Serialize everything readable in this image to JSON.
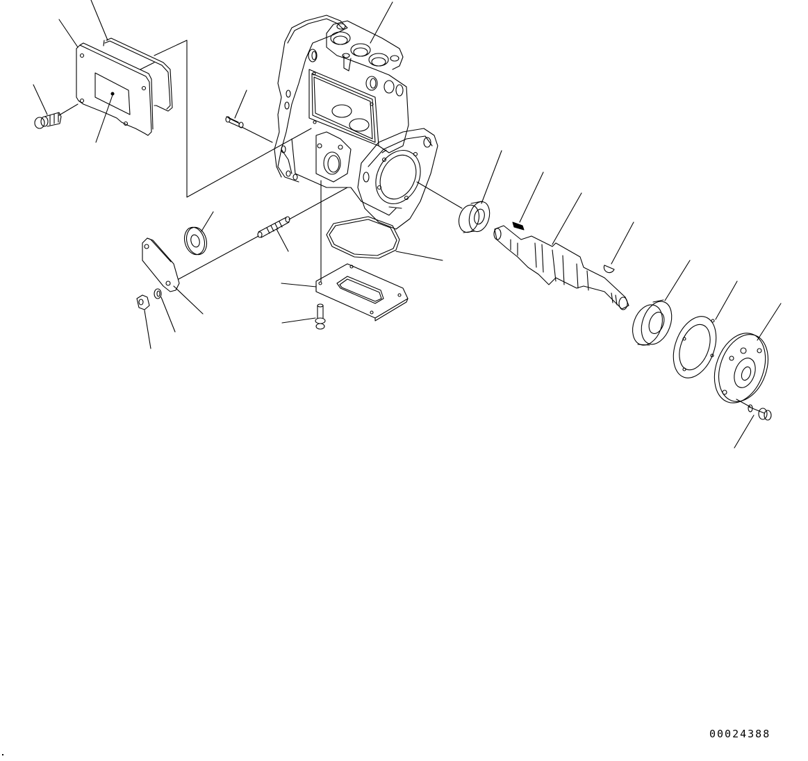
{
  "diagram": {
    "type": "exploded-parts-illustration",
    "subject": "fuel injection pump housing and camshaft assembly",
    "drawing_number": "00024388",
    "parts": [
      {
        "id": "pump-housing",
        "label": ""
      },
      {
        "id": "inspection-cover-plate",
        "label": ""
      },
      {
        "id": "cover-gasket",
        "label": ""
      },
      {
        "id": "cover-bolt",
        "label": ""
      },
      {
        "id": "cover-nameplate",
        "label": ""
      },
      {
        "id": "dowel-pin",
        "label": ""
      },
      {
        "id": "oil-seal",
        "label": ""
      },
      {
        "id": "stud",
        "label": ""
      },
      {
        "id": "side-plate",
        "label": ""
      },
      {
        "id": "nut",
        "label": ""
      },
      {
        "id": "washer",
        "label": ""
      },
      {
        "id": "o-ring",
        "label": ""
      },
      {
        "id": "bottom-cover",
        "label": ""
      },
      {
        "id": "bottom-cover-bolt",
        "label": ""
      },
      {
        "id": "front-bearing",
        "label": ""
      },
      {
        "id": "woodruff-key-1",
        "label": ""
      },
      {
        "id": "camshaft",
        "label": ""
      },
      {
        "id": "woodruff-key-2",
        "label": ""
      },
      {
        "id": "rear-bearing",
        "label": ""
      },
      {
        "id": "end-gasket",
        "label": ""
      },
      {
        "id": "bearing-cover",
        "label": ""
      },
      {
        "id": "bearing-cover-bolt",
        "label": ""
      }
    ]
  }
}
